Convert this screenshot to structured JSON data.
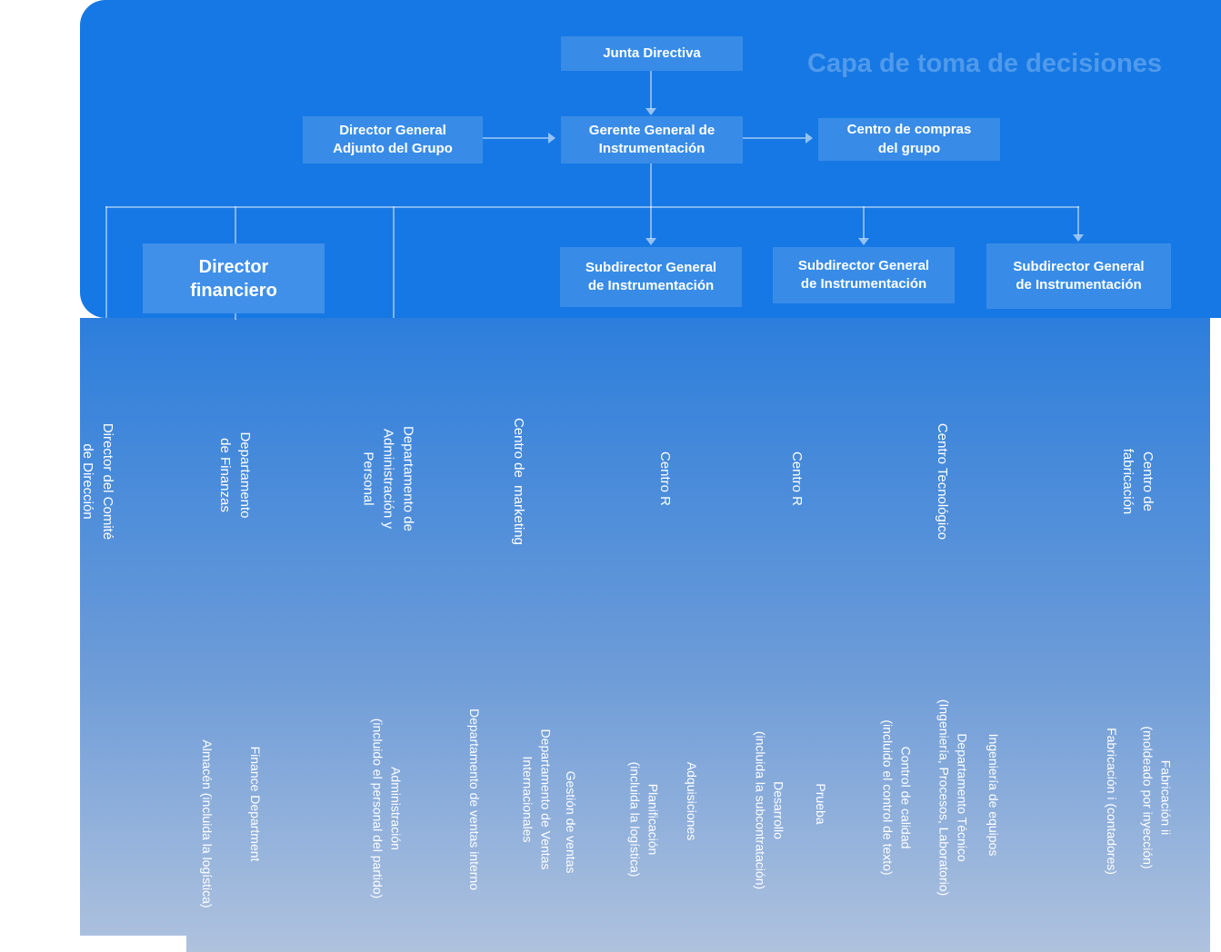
{
  "decision_layer_label": "Capa de toma de decisiones",
  "boxes": {
    "junta_directiva": "Junta Directiva",
    "director_general_adjunto": "Director General\nAdjunto del Grupo",
    "gerente_general": "Gerente General de\nInstrumentación",
    "centro_compras": "Centro de compras\ndel grupo",
    "director_financiero": "Director\nfinanciero",
    "subdirector_1": "Subdirector General\nde Instrumentación",
    "subdirector_2": "Subdirector General\nde Instrumentación",
    "subdirector_3": "Subdirector General\nde Instrumentación"
  },
  "tier1": [
    "Director del Comité\nde Dirección",
    "Departamento\nde Finanzas",
    "Departamento de\nAdministración y\nPersonal",
    "Centro de  marketing",
    "Centro R",
    "Centro R",
    "Centro Tecnológico",
    "Centro de\nfabricación"
  ],
  "tier2": [
    "Almacén (incluida la logística)",
    "Finance Department",
    "Administración\n(incluido el personal del partido)",
    "Departamento de ventas interno",
    "Departamento de Ventas\nInternacionales",
    "Gestión de ventas",
    "Planificación\n(incluida la logística)",
    "Adquisiciones",
    "Desarrollo\n(incluida la subcontratación)",
    "Prueba",
    "Control de calidad\n(incluido el control de texto)",
    "Departamento Técnico\n(Ingeniería, Procesos, Laboratorio)",
    "Ingeniería de equipos",
    "Fabricación i (contadores)",
    "Fabricación ii\n(moldeado por inyección)"
  ],
  "colors": {
    "band_blue": "#1678E4",
    "box_blue": "#3A8CE9",
    "panel_gradient_top": "#2C7EDC",
    "panel_gradient_bottom": "#AFC2DE",
    "connector": "#7FB2F0",
    "text": "#FFFFFF"
  }
}
